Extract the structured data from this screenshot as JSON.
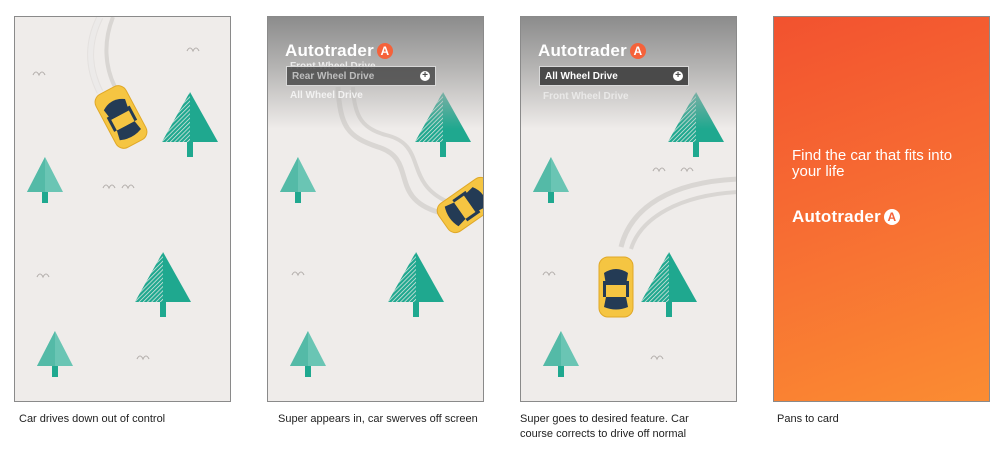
{
  "panels": [
    {
      "caption": "Car drives down out of control"
    },
    {
      "brand": "Autotrader",
      "dropdown_selected": "Front Wheel Drive",
      "options": [
        "Rear Wheel Drive",
        "All Wheel Drive"
      ],
      "caption": "Super appears in, car swerves off screen"
    },
    {
      "brand": "Autotrader",
      "dropdown_selected": "All Wheel Drive",
      "options": [
        "Front Wheel Drive"
      ],
      "caption": "Super goes to desired feature. Car course corrects to drive off normal"
    },
    {
      "tagline": "Find the car that fits into your life",
      "brand": "Autotrader",
      "caption": "Pans to card"
    }
  ],
  "colors": {
    "background": "#efecea",
    "tree": "#1fa88f",
    "tree_light": "#6ac5b4",
    "car": "#f5c542",
    "brand_orange": "#f5623a"
  },
  "icons": [
    "tree-icon",
    "car-icon",
    "plus-circle-icon",
    "autotrader-logo-icon"
  ]
}
